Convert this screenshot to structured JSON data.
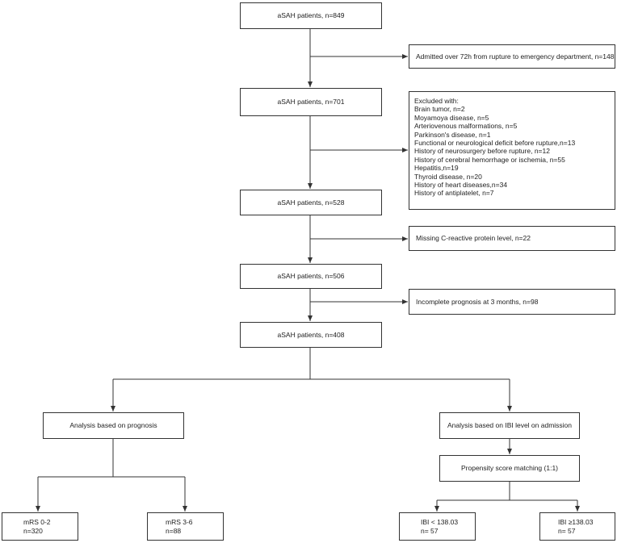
{
  "flow": {
    "total": "aSAH patients, n=849",
    "excl1": "Admitted over 72h from rupture to emergency department, n=148",
    "after1": "aSAH patients, n=701",
    "excl2": {
      "title": "Excluded with:",
      "items": [
        "Brain tumor, n=2",
        "Moyamoya disease, n=5",
        "Arteriovenous malformations, n=5",
        "Parkinson's disease, n=1",
        "Functional or neurological deficit before rupture,n=13",
        "History of neurosurgery before rupture, n=12",
        "History of cerebral hemorrhage or ischemia, n=55",
        "Hepatitis,n=19",
        "Thyroid disease, n=20",
        "History of heart diseases,n=34",
        "History of antiplatelet, n=7"
      ]
    },
    "after2": "aSAH patients, n=528",
    "excl3": "Missing C-reactive protein level, n=22",
    "after3": "aSAH patients, n=506",
    "excl4": "Incomplete  prognosis at 3 months, n=98",
    "final": "aSAH patients, n=408",
    "prognosis": "Analysis based on prognosis",
    "ibi_analysis": "Analysis based on IBI level on admission",
    "psm": "Propensity score matching (1:1)",
    "mrs_good": {
      "label": "mRS 0-2",
      "n": "n=320"
    },
    "mrs_poor": {
      "label": "mRS 3-6",
      "n": "n=88"
    },
    "ibi_low": {
      "label": "IBI  < 138.03",
      "n": "n= 57"
    },
    "ibi_high": {
      "label": "IBI ≥138.03",
      "n": "n= 57"
    }
  }
}
